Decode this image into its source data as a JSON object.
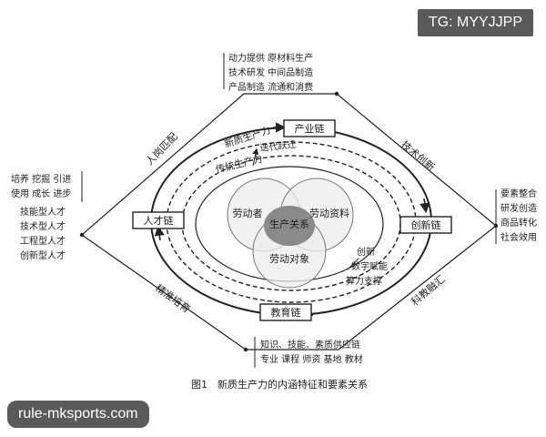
{
  "watermarks": {
    "top": "TG: MYYJJPP",
    "bottom": "rule-mksports.com"
  },
  "nodes": {
    "industry": "产业链",
    "talent": "人才链",
    "innovation": "创新链",
    "education": "教育链"
  },
  "core": {
    "laborer": "劳动者",
    "means": "劳动资料",
    "object": "劳动对象",
    "relation": "生产关系"
  },
  "ring_labels": {
    "new": "新质生产力",
    "upgrade": "迭代跃迁",
    "traditional": "传统生产力",
    "innovate": "创新",
    "digital": "数字赋能",
    "compute": "算力支撑"
  },
  "edges": {
    "match": "人岗匹配",
    "tech": "技术创新",
    "precise": "精准培育",
    "fusion": "科教融汇"
  },
  "lists": {
    "industry_top": [
      "动力提供  原材料生产",
      "技术研发  中间品制造",
      "产品制造  流通和消费"
    ],
    "talent_left_top": [
      "培养  挖掘  引进",
      "使用  成长  进步"
    ],
    "talent_left_bottom": [
      "技能型人才",
      "技术型人才",
      "工程型人才",
      "创新型人才"
    ],
    "innovation_right": [
      "要素整合",
      "研发创造",
      "商品转化",
      "社会效用"
    ],
    "education_bottom": [
      "知识、技能、素质供应链",
      "专业  课程  师资  基地  教材"
    ]
  },
  "caption": "图1　新质生产力的内涵特征和要素关系"
}
